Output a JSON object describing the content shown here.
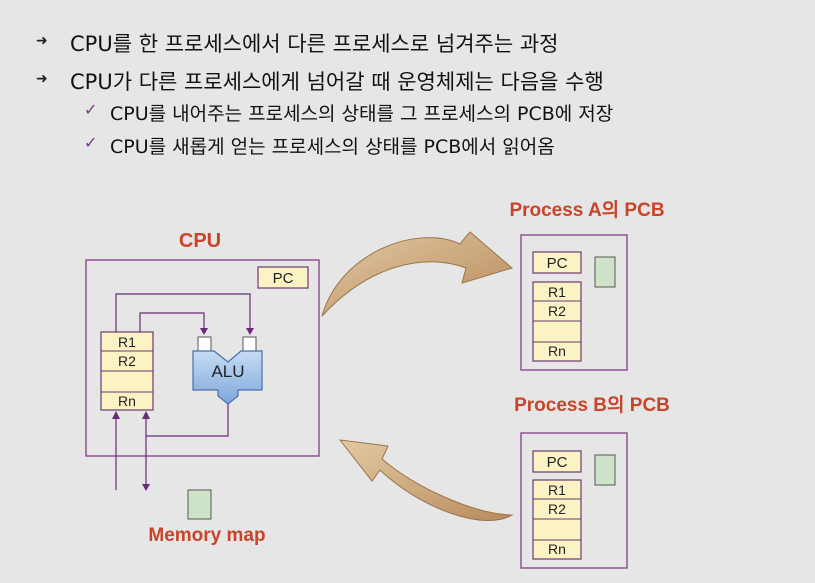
{
  "bullets": [
    {
      "level": 1,
      "text": "CPU를 한 프로세스에서 다른 프로세스로 넘겨주는 과정"
    },
    {
      "level": 1,
      "text": "CPU가 다른 프로세스에게 넘어갈 때 운영체제는 다음을 수행"
    },
    {
      "level": 2,
      "text": "CPU를 내어주는 프로세스의 상태를 그 프로세스의 PCB에 저장"
    },
    {
      "level": 2,
      "text": "CPU를 새롭게 얻는 프로세스의 상태를 PCB에서 읽어옴"
    }
  ],
  "diagram": {
    "cpu": {
      "title": "CPU",
      "pc": "PC",
      "registers": [
        "R1",
        "R2",
        "",
        "Rn"
      ],
      "alu": "ALU"
    },
    "memory_map_label": "Memory map",
    "pcb_a": {
      "title": "Process A의 PCB",
      "pc": "PC",
      "registers": [
        "R1",
        "R2",
        "",
        "Rn"
      ]
    },
    "pcb_b": {
      "title": "Process B의 PCB",
      "pc": "PC",
      "registers": [
        "R1",
        "R2",
        "",
        "Rn"
      ]
    }
  },
  "colors": {
    "title": "#c8442a",
    "box_border": "#8a4a8e",
    "register_fill": "#fbf3c4",
    "memory_fill": "#cfe3c8",
    "alu_fill": "#a8c4e8",
    "arrow_fill": "#caa57a"
  }
}
